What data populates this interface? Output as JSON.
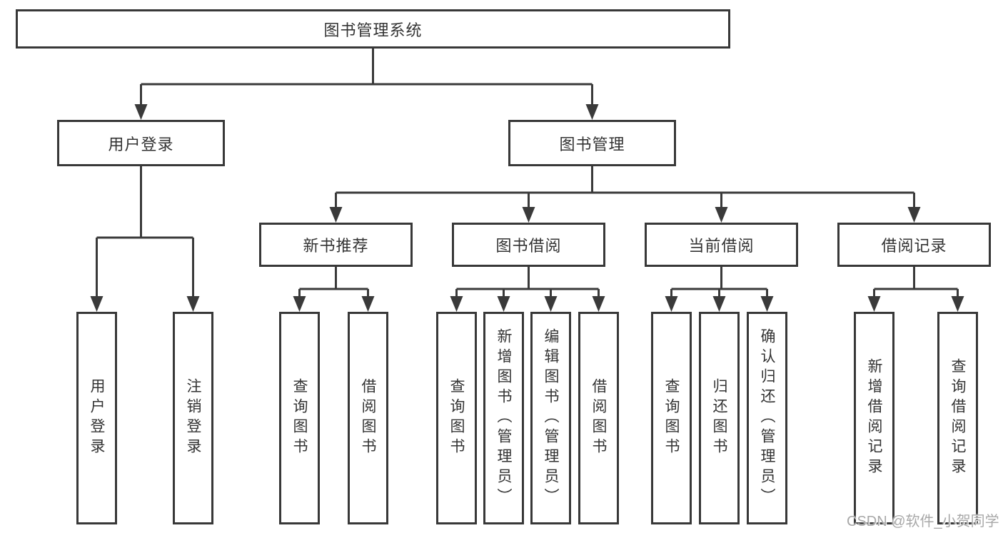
{
  "diagram": {
    "root": {
      "label": "图书管理系统"
    },
    "level2": [
      {
        "label": "用户登录"
      },
      {
        "label": "图书管理"
      }
    ],
    "level3": [
      {
        "label": "新书推荐"
      },
      {
        "label": "图书借阅"
      },
      {
        "label": "当前借阅"
      },
      {
        "label": "借阅记录"
      }
    ],
    "leaves": {
      "user_login": [
        "用户登录",
        "注销登录"
      ],
      "new_book_recommend": [
        "查询图书",
        "借阅图书"
      ],
      "book_borrow": [
        "查询图书",
        "新增图书（管理员）",
        "编辑图书（管理员）",
        "借阅图书"
      ],
      "current_borrow": [
        "查询图书",
        "归还图书",
        "确认归还（管理员）"
      ],
      "borrow_record": [
        "新增借阅记录",
        "查询借阅记录"
      ]
    },
    "colors": {
      "line": "#3a3a3a",
      "box_border": "#383838",
      "text": "#333333",
      "watermark": "#a8a8a8"
    }
  },
  "watermark": {
    "text": "CSDN @软件_小贺同学"
  }
}
